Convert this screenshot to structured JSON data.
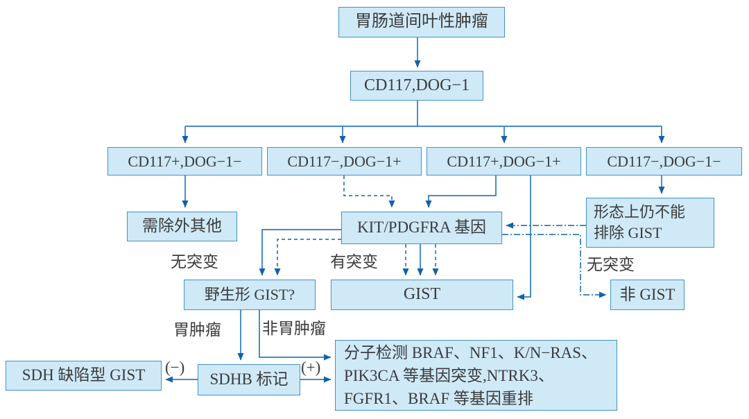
{
  "colors": {
    "box_fill": "#cfe9f7",
    "box_border": "#4490c8",
    "line_blue": "#2b7abd",
    "arrow_blue": "#1460ab",
    "text": "#3b3b3b"
  },
  "nodes": {
    "root": "胃肠道间叶性肿瘤",
    "ihc": "CD117,DOG−1",
    "c1": "CD117+,DOG−1−",
    "c2": "CD117−,DOG−1+",
    "c3": "CD117+,DOG−1+",
    "c4": "CD117−,DOG−1−",
    "exclude": "需除外其他",
    "kit": "KIT/PDGFRA 基因",
    "morph_line1": "形态上仍不能",
    "morph_line2": "排除 GIST",
    "wild": "野生形 GIST?",
    "gist": "GIST",
    "not_gist": "非 GIST",
    "sdh_deficient": "SDH 缺陷型 GIST",
    "sdhb": "SDHB 标记",
    "mol_line1": "分子检测 BRAF、NF1、K/N−RAS、",
    "mol_line2": "PIK3CA 等基因突变,NTRK3、",
    "mol_line3": "FGFR1、BRAF 等基因重排"
  },
  "edge_labels": {
    "no_mutation_left": "无突变",
    "has_mutation": "有突变",
    "no_mutation_right": "无突变",
    "gastric_tumor": "胃肿瘤",
    "non_gastric_tumor": "非胃肿瘤",
    "sdhb_negative": "(−)",
    "sdhb_positive": "(+)"
  }
}
